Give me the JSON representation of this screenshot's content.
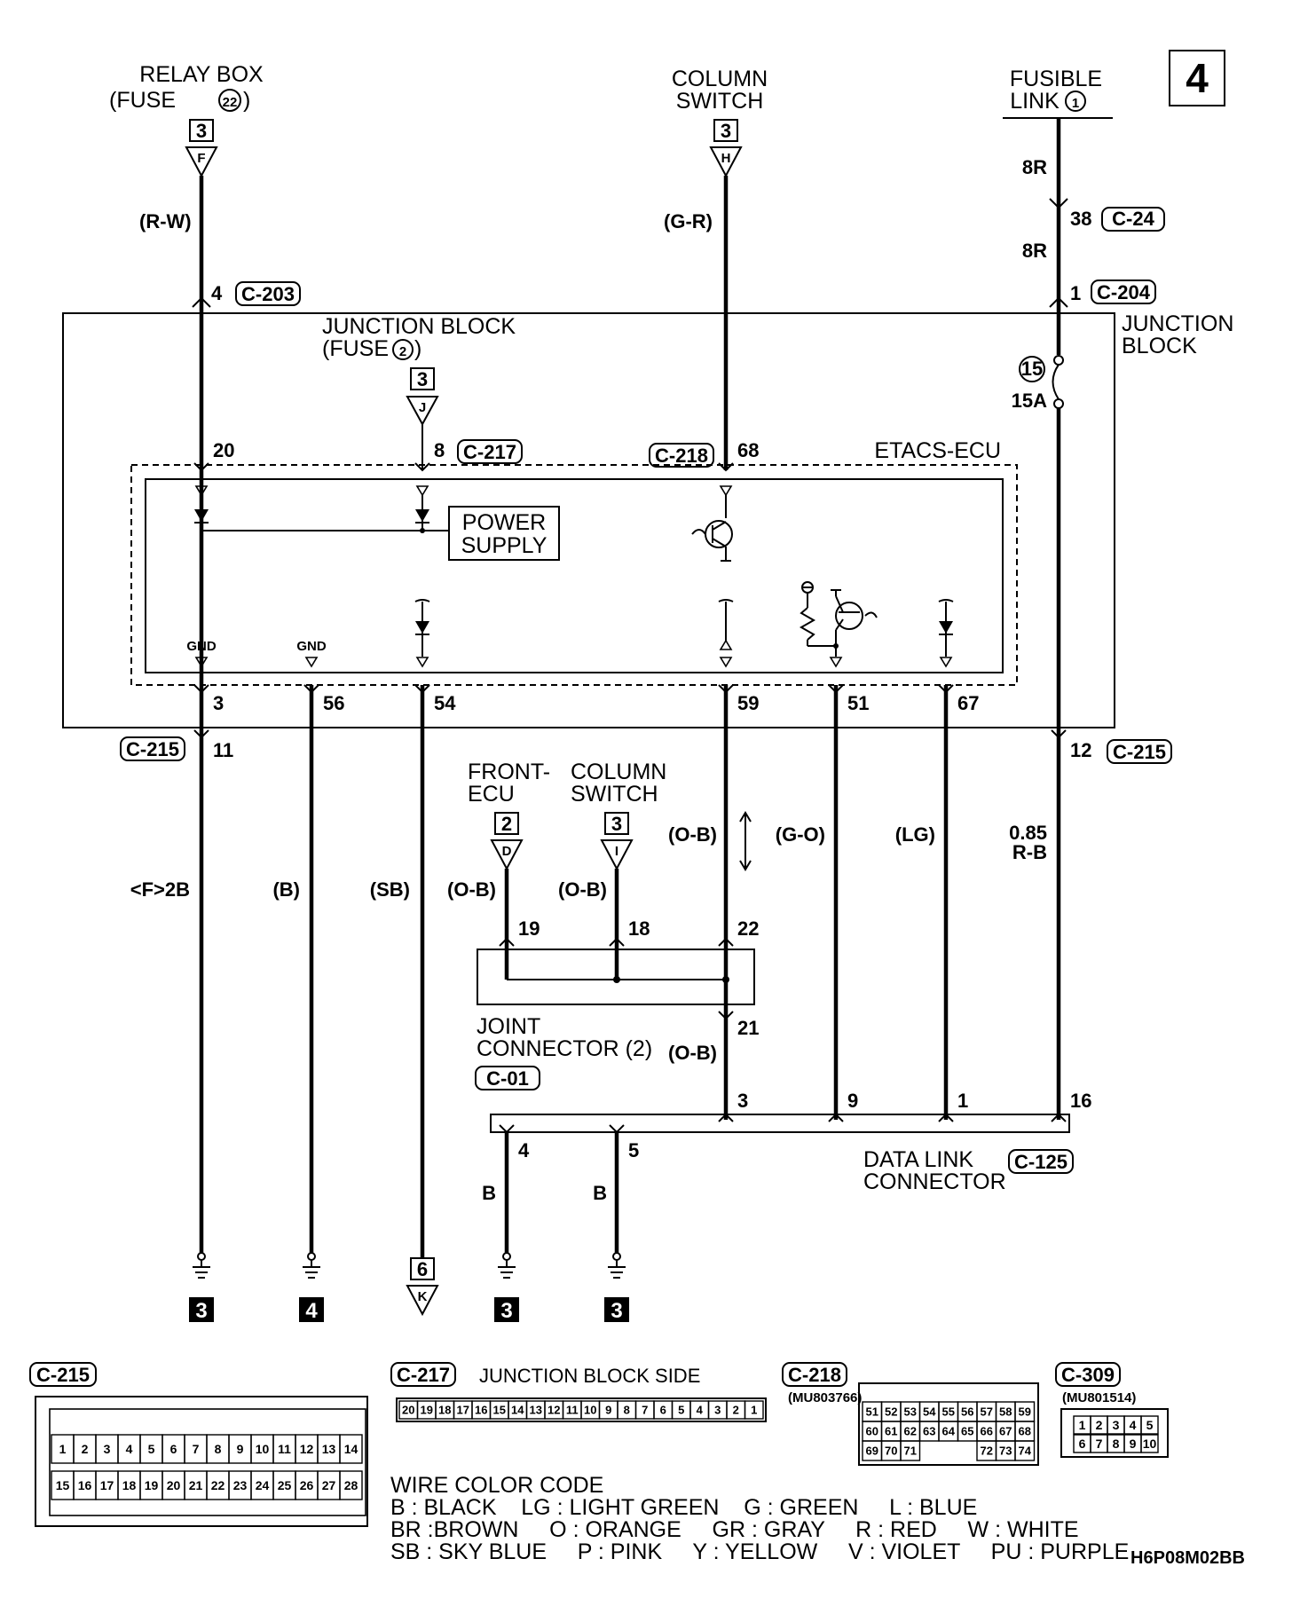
{
  "page_number": "4",
  "diagram_code": "H6P08M02BB",
  "sources": {
    "relay_box": {
      "line1": "RELAY BOX",
      "line2": "(FUSE",
      "fuse": "22",
      "close": ")",
      "box": "3",
      "letter": "F",
      "wire": "(R-W)"
    },
    "column_switch": {
      "line1": "COLUMN",
      "line2": "SWITCH",
      "box": "3",
      "letter": "H",
      "wire": "(G-R)"
    },
    "fusible_link": {
      "line1": "FUSIBLE",
      "line2": "LINK",
      "num": "1",
      "wire1": "8R",
      "pin": "38",
      "conn": "C-24",
      "wire2": "8R"
    }
  },
  "junction_block": {
    "label_line1": "JUNCTION",
    "label_line2": "BLOCK",
    "inner_label_line1": "JUNCTION BLOCK",
    "inner_label_line2": "(FUSE",
    "inner_fuse": "2",
    "inner_close": ")",
    "inner_box": "3",
    "inner_letter": "J",
    "fuse_num": "15",
    "fuse_amp": "15A",
    "c203_pin": "4",
    "c203": "C-203",
    "c204_pin": "1",
    "c204": "C-204"
  },
  "etacs": {
    "label": "ETACS-ECU",
    "power_supply_line1": "POWER",
    "power_supply_line2": "SUPPLY",
    "gnd": "GND",
    "c217": "C-217",
    "c218": "C-218",
    "pins_top": [
      "20",
      "8",
      "68"
    ],
    "pins_bottom": [
      "3",
      "56",
      "54",
      "59",
      "51",
      "67"
    ]
  },
  "c215": {
    "label": "C-215",
    "pin_left": "11",
    "pin_right": "12"
  },
  "wires": {
    "w1": "<F>2B",
    "w2": "(B)",
    "w3": "(SB)",
    "w4": "(O-B)",
    "w5": "(O-B)",
    "w6": "(O-B)",
    "w7": "(G-O)",
    "w8": "(LG)",
    "w9_line1": "0.85",
    "w9_line2": "R-B",
    "w10": "(O-B)"
  },
  "front_ecu": {
    "line1": "FRONT-",
    "line2": "ECU",
    "box": "2",
    "letter": "D"
  },
  "column_switch2": {
    "line1": "COLUMN",
    "line2": "SWITCH",
    "box": "3",
    "letter": "I"
  },
  "joint_connector": {
    "line1": "JOINT",
    "line2": "CONNECTOR (2)",
    "conn": "C-01",
    "pins": [
      "19",
      "18",
      "22",
      "21"
    ]
  },
  "data_link": {
    "line1": "DATA LINK",
    "line2": "CONNECTOR",
    "conn": "C-125",
    "pins": [
      "3",
      "9",
      "1",
      "16",
      "4",
      "5"
    ],
    "wire": "B"
  },
  "grounds": [
    "3",
    "4",
    "3",
    "3"
  ],
  "k_ref": {
    "box": "6",
    "letter": "K"
  },
  "connector_views": {
    "c215": {
      "label": "C-215",
      "row1": [
        "1",
        "2",
        "3",
        "4",
        "5",
        "6",
        "7",
        "8",
        "9",
        "10",
        "11",
        "12",
        "13",
        "14"
      ],
      "row2": [
        "15",
        "16",
        "17",
        "18",
        "19",
        "20",
        "21",
        "22",
        "23",
        "24",
        "25",
        "26",
        "27",
        "28"
      ]
    },
    "c217": {
      "label": "C-217",
      "caption": "JUNCTION BLOCK SIDE",
      "pins": [
        "20",
        "19",
        "18",
        "17",
        "16",
        "15",
        "14",
        "13",
        "12",
        "11",
        "10",
        "9",
        "8",
        "7",
        "6",
        "5",
        "4",
        "3",
        "2",
        "1"
      ]
    },
    "c218": {
      "label": "C-218",
      "part": "(MU803766)",
      "row1": [
        "51",
        "52",
        "53",
        "54",
        "55",
        "56",
        "57",
        "58",
        "59"
      ],
      "row2": [
        "60",
        "61",
        "62",
        "63",
        "64",
        "65",
        "66",
        "67",
        "68"
      ],
      "row3": [
        "69",
        "70",
        "71",
        "",
        "",
        "",
        "72",
        "73",
        "74"
      ]
    },
    "c309": {
      "label": "C-309",
      "part": "(MU801514)",
      "row1": [
        "1",
        "2",
        "3",
        "4",
        "5"
      ],
      "row2": [
        "6",
        "7",
        "8",
        "9",
        "10"
      ]
    }
  },
  "wire_color_code": {
    "title": "WIRE COLOR CODE",
    "line1": "B : BLACK    LG : LIGHT GREEN    G : GREEN     L : BLUE",
    "line2": "BR :BROWN     O : ORANGE     GR : GRAY     R : RED     W : WHITE",
    "line3": "SB : SKY BLUE     P : PINK     Y : YELLOW     V : VIOLET     PU : PURPLE"
  }
}
